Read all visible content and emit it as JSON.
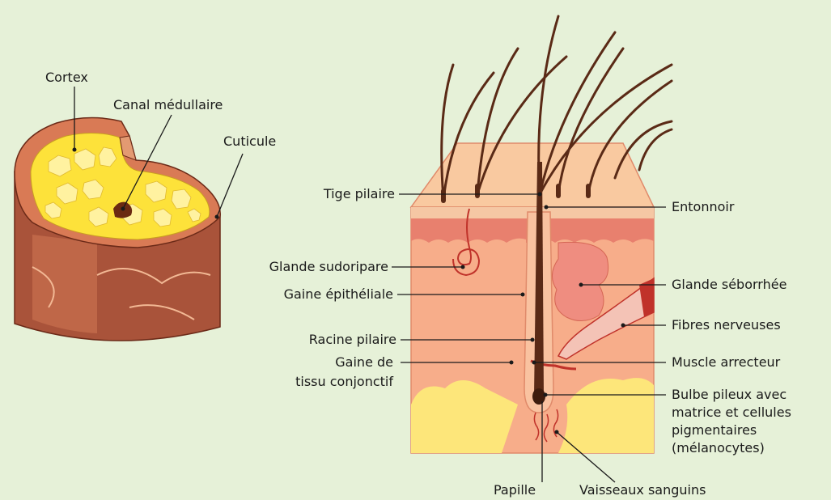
{
  "colors": {
    "background": "#e6f1d8",
    "skin_top": "#f9c9a0",
    "dermis": "#f7ad8a",
    "epidermis": "#e8806e",
    "fat": "#fde67a",
    "hair": "#5a2a16",
    "cortex_yellow": "#fde23a",
    "gland": "#ef8d80",
    "nerve": "#c0322a",
    "line": "#1a1a1a"
  },
  "labels": {
    "cortex": "Cortex",
    "canal": "Canal médullaire",
    "cuticule": "Cuticule",
    "tige": "Tige pilaire",
    "sudoripare": "Glande sudoripare",
    "gaine_epi": "Gaine épithéliale",
    "racine": "Racine pilaire",
    "gaine_tissu_1": "Gaine de",
    "gaine_tissu_2": "tissu conjonctif",
    "entonnoir": "Entonnoir",
    "sebacee": "Glande séborrhée",
    "fibres": "Fibres nerveuses",
    "muscle": "Muscle arrecteur",
    "bulbe_1": "Bulbe pileux avec",
    "bulbe_2": "matrice et cellules",
    "bulbe_3": "pigmentaires",
    "bulbe_4": "(mélanocytes)",
    "papille": "Papille",
    "vaisseaux": "Vaisseaux sanguins"
  }
}
